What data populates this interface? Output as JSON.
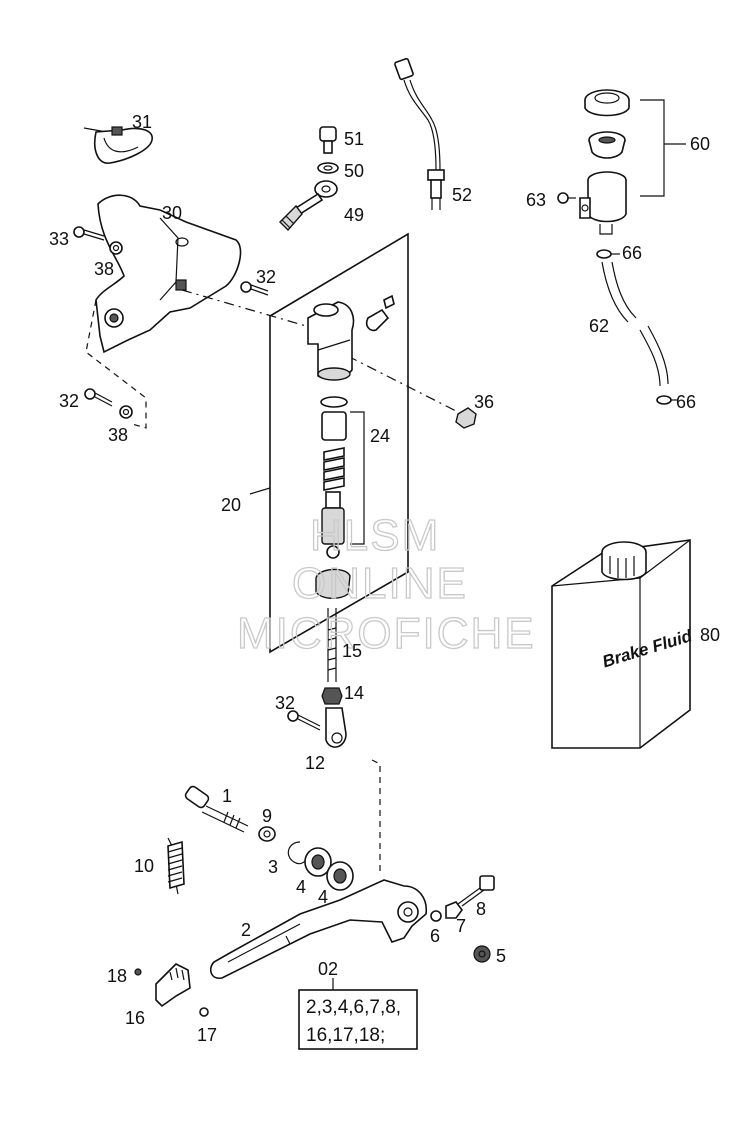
{
  "labels": {
    "p31": "31",
    "p51": "51",
    "p50": "50",
    "p49": "49",
    "p52": "52",
    "p60": "60",
    "p63": "63",
    "p66a": "66",
    "p62": "62",
    "p66b": "66",
    "p30": "30",
    "p33": "33",
    "p38a": "38",
    "p32a": "32",
    "p32b": "32",
    "p38b": "38",
    "p36": "36",
    "p24": "24",
    "p20": "20",
    "p80": "80",
    "p15": "15",
    "p14": "14",
    "p32c": "32",
    "p12": "12",
    "p1": "1",
    "p9": "9",
    "p10": "10",
    "p3": "3",
    "p4a": "4",
    "p4b": "4",
    "p8": "8",
    "p2": "2",
    "p6": "6",
    "p7": "7",
    "p5": "5",
    "p02": "02",
    "p18": "18",
    "p16": "16",
    "p17": "17"
  },
  "kit": {
    "line1": "2,3,4,6,7,8,",
    "line2": "16,17,18;"
  },
  "container": {
    "label": "Brake Fluid"
  },
  "watermark": {
    "line1": "HLSM",
    "line2": "ONLINE",
    "line3": "MICROFICHE"
  }
}
